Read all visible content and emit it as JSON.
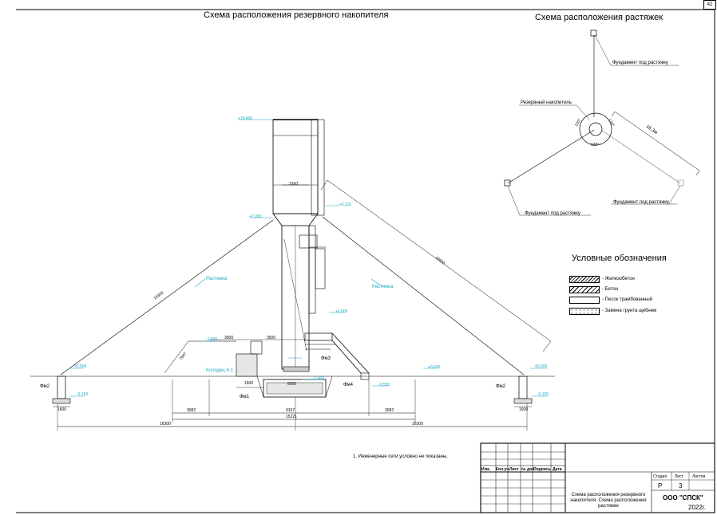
{
  "sheet_number": "42",
  "titles": {
    "main": "Схема расположения резервного накопителя",
    "guys": "Схема расположения растяжек",
    "legend": "Условные обозначения"
  },
  "guys_diagram": {
    "labels": [
      "Фундамент под растяжку",
      "Резервный накопитель",
      "Фундамент под растяжку",
      "Фундамент под растяжку"
    ],
    "angles": [
      "120°",
      "120°",
      "120°"
    ],
    "dimension": "16,3м"
  },
  "legend_items": [
    {
      "label": "- Железобетон"
    },
    {
      "label": "- Бетон"
    },
    {
      "label": "- Песок трамбованный"
    },
    {
      "label": "- Замена грунта щебнем"
    }
  ],
  "main_drawing": {
    "guy_left_label": "Растяжка",
    "guy_right_label": "Растяжка",
    "guy_left_len": "16300",
    "guy_right_len": "18600",
    "elev_top": "+18,400",
    "elev_cone": "+7,000",
    "elev_right_cone": "+6,115",
    "elev_mid": "+0,600",
    "elev_left_ground": "±0,000",
    "elev_right_ground": "±0,000",
    "elev_low_left": "-0,150",
    "elev_low_right": "-0,150",
    "elev_pit": "-2,400",
    "elev_right_low": "-0,550",
    "elev_mid2": "+0,600",
    "elev_pit2": "-1,600",
    "well_label": "Колодец К-1",
    "fm1": "Фм1",
    "fm2_left": "Фм2",
    "fm2_right": "Фм2",
    "fm3": "Фм3",
    "fm4": "Фм4",
    "dim_3160": "3160",
    "dim_3000": "3000",
    "dim_3500": "3500",
    "dim_1500": "1500",
    "dim_6000": "6000",
    "dim_3082a": "3082",
    "dim_3082b": "3082",
    "dim_9107": "9107",
    "dim_15221": "15221",
    "dim_16300_l": "16300",
    "dim_16300_r": "16300",
    "dim_1600_l": "1600",
    "dim_1600_r": "1600",
    "dim_7847": "7847"
  },
  "note": "1. Инженерные сети условно не показаны.",
  "stamp": {
    "headers": [
      "Изм.",
      "Кол.уч.",
      "Лист",
      "№ док.",
      "Подпись",
      "Дата"
    ],
    "stage_header": "Стадия",
    "sheet_header": "Лист",
    "sheets_header": "Листов",
    "stage": "Р",
    "sheet": "3",
    "sheets": "",
    "description": "Схема расположения резервного накопителя. Схема расположения растяжек",
    "company": "ООО \"СПСК\"",
    "year": "2022г."
  }
}
